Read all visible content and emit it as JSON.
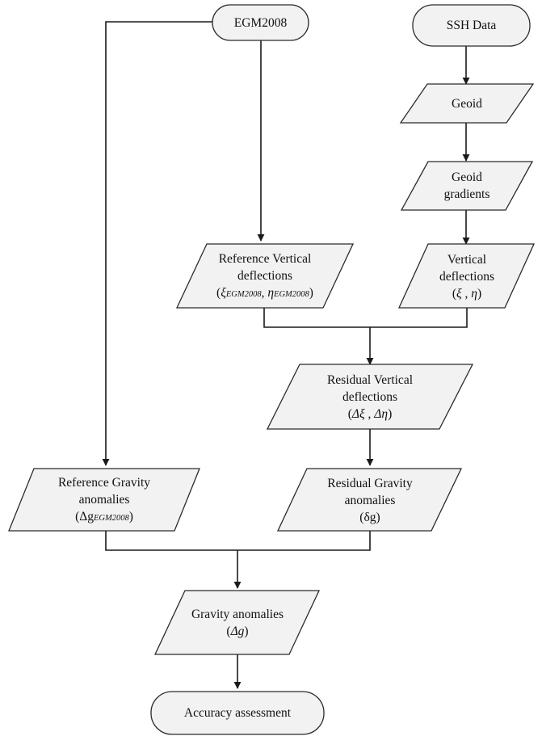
{
  "nodes": {
    "egm2008": {
      "label": "EGM2008"
    },
    "ssh_data": {
      "label": "SSH Data"
    },
    "geoid": {
      "label": "Geoid"
    },
    "geoid_gradients": {
      "line1": "Geoid",
      "line2": "gradients"
    },
    "ref_vertical": {
      "line1": "Reference Vertical",
      "line2": "deflections",
      "math": {
        "xi": "ξ",
        "eta": "η",
        "sub": "EGM2008"
      }
    },
    "vertical": {
      "line1": "Vertical",
      "line2": "deflections",
      "math": {
        "xi": "ξ",
        "eta": "η"
      }
    },
    "residual_vertical": {
      "line1": "Residual Vertical",
      "line2": "deflections",
      "math": {
        "dxi": "Δξ",
        "deta": "Δη"
      }
    },
    "ref_gravity": {
      "line1": "Reference Gravity",
      "line2": "anomalies",
      "math": {
        "dg": "Δg",
        "sub": "EGM2008"
      }
    },
    "residual_gravity": {
      "line1": "Residual Gravity",
      "line2": "anomalies",
      "math": {
        "dg": "δg"
      }
    },
    "gravity": {
      "line1": "Gravity anomalies",
      "math": {
        "dg": "Δg"
      }
    },
    "accuracy": {
      "label": "Accuracy assessment"
    }
  },
  "colors": {
    "stroke": "#2b2b2b",
    "fill": "#f2f2f2",
    "text": "#111111"
  }
}
